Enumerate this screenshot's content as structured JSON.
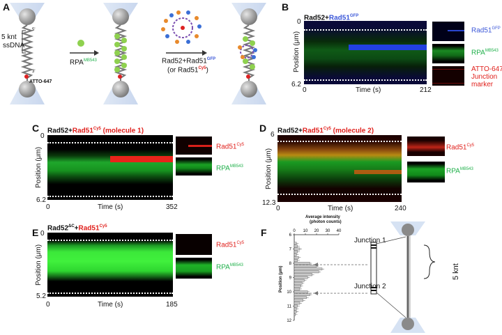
{
  "panel_a": {
    "letter": "A",
    "ssdna_label_line1": "5 knt",
    "ssdna_label_line2": "ssDNA",
    "end5": "5'",
    "end3": "3'",
    "atto_label": "ATTO-647",
    "rpa_label": "RPA",
    "rpa_sup": "MB543",
    "rad_label_line1": "Rad52+Rad51",
    "rad_label_sup1": "GFP",
    "rad_label_line2": "(or Rad51",
    "rad_label_sup2": "Cy5",
    "rad_label_close": ")"
  },
  "panel_b": {
    "letter": "B",
    "title_black": "Rad52+",
    "title_colored": "Rad51",
    "title_sup": "GFP",
    "y_top": "0",
    "y_bottom": "6.2",
    "y_label": "Position (μm)",
    "x_left": "0",
    "x_right": "212",
    "x_label": "Time (s)",
    "side1": "Rad51",
    "side1_sup": "GFP",
    "side2": "RPA",
    "side2_sup": "MB543",
    "side3_line1": "ATTO-647",
    "side3_line2": "Junction",
    "side3_line3": "marker"
  },
  "panel_c": {
    "letter": "C",
    "title_black": "Rad52+",
    "title_colored": "Rad51",
    "title_sup": "Cy5",
    "title_rest": " (molecule 1)",
    "y_top": "0",
    "y_bottom": "6.2",
    "y_label": "Position (μm)",
    "x_left": "0",
    "x_right": "352",
    "x_label": "Time (s)",
    "side1": "Rad51",
    "side1_sup": "Cy5",
    "side2": "RPA",
    "side2_sup": "MB543"
  },
  "panel_d": {
    "letter": "D",
    "title_black": "Rad52+",
    "title_colored": "Rad51",
    "title_sup": "Cy5",
    "title_rest": " (molecule 2)",
    "y_top": "6",
    "y_bottom": "12.3",
    "y_label": "Position (μm)",
    "x_left": "0",
    "x_right": "240",
    "x_label": "Time (s)",
    "side1": "Rad51",
    "side1_sup": "Cy5",
    "side2": "RPA",
    "side2_sup": "MB543"
  },
  "panel_e": {
    "letter": "E",
    "title_black": "Rad52",
    "title_black_sup": "ΔC",
    "title_plus": "+",
    "title_colored": "Rad51",
    "title_sup": "Cy5",
    "y_top": "0",
    "y_bottom": "5.2",
    "y_label": "Position (μm)",
    "x_left": "0",
    "x_right": "185",
    "x_label": "Time (s)",
    "side1": "Rad51",
    "side1_sup": "Cy5",
    "side2": "RPA",
    "side2_sup": "MB543"
  },
  "panel_f": {
    "letter": "F",
    "x_title_line1": "Average intensity",
    "x_title_line2": "(photon counts)",
    "x_ticks": [
      "0",
      "10",
      "20",
      "30",
      "40"
    ],
    "y_label": "Position (μm)",
    "y_ticks": [
      "6",
      "7",
      "8",
      "9",
      "10",
      "11",
      "12"
    ],
    "junction1": "Junction 1",
    "junction2": "Junction 2",
    "length_label": "5 knt",
    "chart_data": {
      "type": "bar",
      "orientation": "horizontal",
      "xlabel": "Average intensity (photon counts)",
      "ylabel": "Position (μm)",
      "xlim": [
        0,
        40
      ],
      "ylim": [
        6,
        12
      ],
      "positions": [
        6.6,
        6.8,
        7.0,
        7.2,
        7.4,
        7.6,
        7.8,
        8.0,
        8.2,
        8.4,
        8.6,
        8.8,
        9.0,
        9.2,
        9.4,
        9.6,
        9.8,
        10.0,
        10.2,
        10.4,
        10.6,
        10.8,
        11.0,
        11.2,
        11.4,
        11.6
      ],
      "values": [
        2,
        3,
        5,
        3,
        2,
        4,
        3,
        14,
        20,
        25,
        22,
        16,
        12,
        9,
        7,
        6,
        5,
        12,
        14,
        11,
        8,
        5,
        3,
        2,
        2,
        1
      ]
    }
  }
}
